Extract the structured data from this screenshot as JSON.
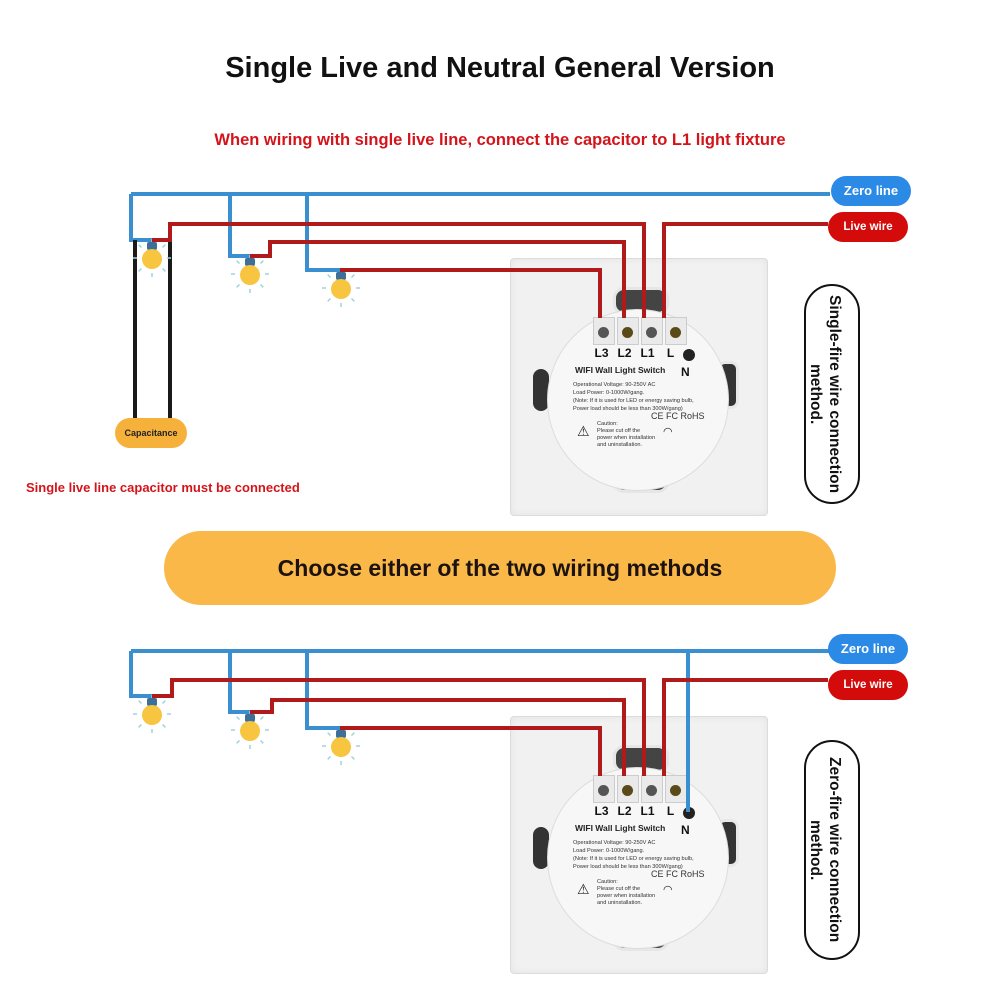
{
  "title": "Single Live and Neutral General Version",
  "subtitle": "When wiring with single live line, connect the capacitor to L1 light fixture",
  "colors": {
    "zero_line": "#2a8ae6",
    "neutral_wire": "#3a8fd0",
    "live_wire": "#b01a1a",
    "live_pill": "#d40b0b",
    "warning_text": "#d4141b",
    "choose_banner": "#f9b847",
    "capacitor": "#f6b13b",
    "capacitor_lead": "#1a1a1a"
  },
  "legend": {
    "zero_label": "Zero line",
    "live_label": "Live wire"
  },
  "top_diagram": {
    "method_label": "Single-fire wire connection method.",
    "capacitor_label": "Capacitance",
    "capacitor_warning": "Single live line capacitor must be connected",
    "bulb_count": 3
  },
  "choose_banner": "Choose either of the two wiring methods",
  "bottom_diagram": {
    "method_label": "Zero-fire wire connection method.",
    "bulb_count": 3
  },
  "device": {
    "terminal_labels": [
      "L3",
      "L2",
      "L1",
      "L"
    ],
    "neutral_label": "N",
    "product_name": "WIFI Wall Light Switch",
    "spec_lines": [
      "Operational Voltage: 90-250V AC",
      "Load Power: 0-1000W/gang.",
      "(Note: If it is used for LED or energy saving bulb,",
      "Power load should be less than 300W/gang)"
    ],
    "certifications": "CE FC RoHS",
    "caution_lines": [
      "Caution:",
      "Please cut off the",
      "power when installation",
      "and uninstallation."
    ],
    "warning_icon": "warning-triangle-icon",
    "wifi_icon": "wifi-icon"
  }
}
